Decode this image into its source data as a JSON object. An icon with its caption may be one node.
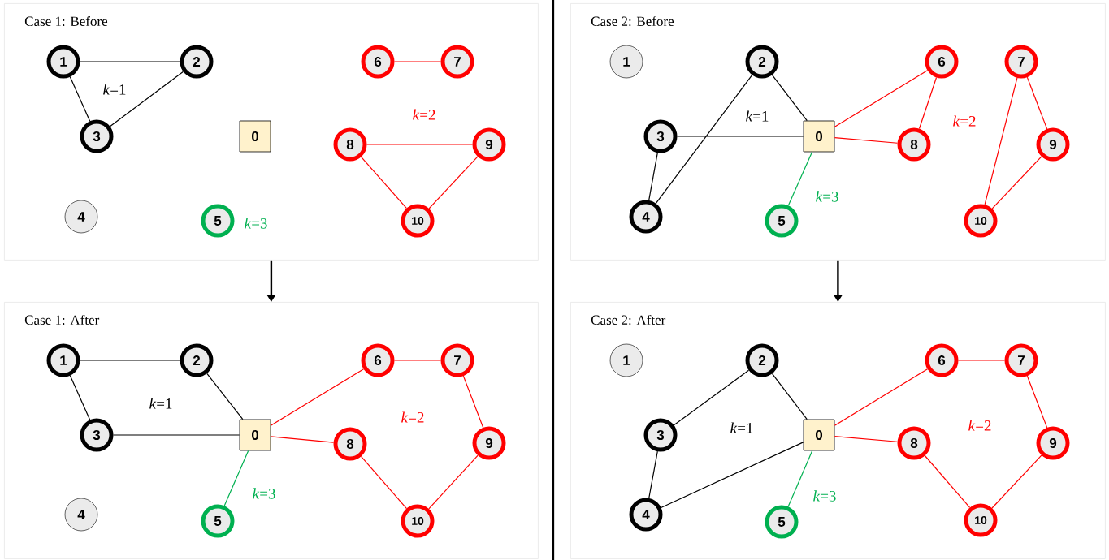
{
  "diagram": {
    "nodes": [
      {
        "text": [
          "Case 1: Before"
        ]
      },
      {
        "text": [
          "0"
        ],
        "in": 0
      },
      {
        "text": [
          "1"
        ],
        "in": 0
      },
      {
        "text": [
          "2"
        ],
        "in": 0
      },
      {
        "text": [
          "3"
        ],
        "in": 0
      },
      {
        "text": [
          "4"
        ],
        "in": 0
      },
      {
        "text": [
          "5"
        ],
        "in": 0
      },
      {
        "text": [
          "6"
        ],
        "in": 0
      },
      {
        "text": [
          "7"
        ],
        "in": 0
      },
      {
        "text": [
          "8"
        ],
        "in": 0
      },
      {
        "text": [
          "9"
        ],
        "in": 0
      },
      {
        "text": [
          "10"
        ],
        "in": 0
      },
      {
        "text": [
          "Case 2: Before"
        ]
      },
      {
        "text": [
          "0"
        ],
        "in": 12
      },
      {
        "text": [
          "1"
        ],
        "in": 12
      },
      {
        "text": [
          "2"
        ],
        "in": 12
      },
      {
        "text": [
          "3"
        ],
        "in": 12
      },
      {
        "text": [
          "4"
        ],
        "in": 12
      },
      {
        "text": [
          "5"
        ],
        "in": 12
      },
      {
        "text": [
          "6"
        ],
        "in": 12
      },
      {
        "text": [
          "7"
        ],
        "in": 12
      },
      {
        "text": [
          "8"
        ],
        "in": 12
      },
      {
        "text": [
          "9"
        ],
        "in": 12
      },
      {
        "text": [
          "10"
        ],
        "in": 12
      },
      {
        "text": [
          "Case 1: After"
        ]
      },
      {
        "text": [
          "0"
        ],
        "in": 24
      },
      {
        "text": [
          "1"
        ],
        "in": 24
      },
      {
        "text": [
          "2"
        ],
        "in": 24
      },
      {
        "text": [
          "3"
        ],
        "in": 24
      },
      {
        "text": [
          "4"
        ],
        "in": 24
      },
      {
        "text": [
          "5"
        ],
        "in": 24
      },
      {
        "text": [
          "6"
        ],
        "in": 24
      },
      {
        "text": [
          "7"
        ],
        "in": 24
      },
      {
        "text": [
          "8"
        ],
        "in": 24
      },
      {
        "text": [
          "9"
        ],
        "in": 24
      },
      {
        "text": [
          "10"
        ],
        "in": 24
      },
      {
        "text": [
          "Case 2: After"
        ]
      },
      {
        "text": [
          "0"
        ],
        "in": 36
      },
      {
        "text": [
          "1"
        ],
        "in": 36
      },
      {
        "text": [
          "2"
        ],
        "in": 36
      },
      {
        "text": [
          "3"
        ],
        "in": 36
      },
      {
        "text": [
          "4"
        ],
        "in": 36
      },
      {
        "text": [
          "5"
        ],
        "in": 36
      },
      {
        "text": [
          "6"
        ],
        "in": 36
      },
      {
        "text": [
          "7"
        ],
        "in": 36
      },
      {
        "text": [
          "8"
        ],
        "in": 36
      },
      {
        "text": [
          "9"
        ],
        "in": 36
      },
      {
        "text": [
          "10"
        ],
        "in": 36
      }
    ],
    "edges": [
      {
        "from": 2,
        "to": 3,
        "arrow": "none",
        "color": "#000000"
      },
      {
        "from": 2,
        "to": 4,
        "arrow": "none",
        "color": "#000000"
      },
      {
        "from": 4,
        "to": 3,
        "arrow": "none",
        "color": "#000000"
      },
      {
        "from": 7,
        "to": 8,
        "arrow": "none"
      },
      {
        "from": 9,
        "to": 10,
        "arrow": "none"
      },
      {
        "from": 9,
        "to": 11,
        "arrow": "none"
      },
      {
        "from": 10,
        "to": 11,
        "arrow": "none"
      },
      {
        "from": 15,
        "to": 13,
        "arrow": "none",
        "color": "#000000"
      },
      {
        "from": 15,
        "to": 17,
        "arrow": "none",
        "color": "#000000"
      },
      {
        "from": 16,
        "to": 13,
        "arrow": "none",
        "color": "#000000"
      },
      {
        "from": 16,
        "to": 17,
        "arrow": "none",
        "color": "#000000"
      },
      {
        "from": 13,
        "to": 19,
        "arrow": "none"
      },
      {
        "from": 19,
        "to": 21,
        "arrow": "none"
      },
      {
        "from": 13,
        "to": 21,
        "arrow": "none"
      },
      {
        "from": 20,
        "to": 22,
        "arrow": "none"
      },
      {
        "from": 20,
        "to": 23,
        "arrow": "none"
      },
      {
        "from": 22,
        "to": 23,
        "arrow": "none"
      },
      {
        "from": 13,
        "to": 18,
        "arrow": "none",
        "color": "#00b050"
      },
      {
        "from": 26,
        "to": 27,
        "arrow": "none",
        "color": "#000000"
      },
      {
        "from": 26,
        "to": 28,
        "arrow": "none",
        "color": "#000000"
      },
      {
        "from": 27,
        "to": 25,
        "arrow": "none",
        "color": "#000000"
      },
      {
        "from": 28,
        "to": 25,
        "arrow": "none",
        "color": "#000000"
      },
      {
        "from": 25,
        "to": 31,
        "arrow": "none"
      },
      {
        "from": 31,
        "to": 32,
        "arrow": "none"
      },
      {
        "from": 32,
        "to": 34,
        "arrow": "none"
      },
      {
        "from": 34,
        "to": 35,
        "arrow": "none"
      },
      {
        "from": 35,
        "to": 33,
        "arrow": "none"
      },
      {
        "from": 33,
        "to": 25,
        "arrow": "none"
      },
      {
        "from": 25,
        "to": 30,
        "arrow": "none",
        "color": "#00b050"
      },
      {
        "from": 39,
        "to": 40,
        "arrow": "none",
        "color": "#000000"
      },
      {
        "from": 39,
        "to": 37,
        "arrow": "none",
        "color": "#000000"
      },
      {
        "from": 40,
        "to": 41,
        "arrow": "none",
        "color": "#000000"
      },
      {
        "from": 41,
        "to": 37,
        "arrow": "none",
        "color": "#000000"
      },
      {
        "from": 37,
        "to": 43,
        "arrow": "none"
      },
      {
        "from": 43,
        "to": 44,
        "arrow": "none"
      },
      {
        "from": 44,
        "to": 46,
        "arrow": "none"
      },
      {
        "from": 46,
        "to": 47,
        "arrow": "none"
      },
      {
        "from": 47,
        "to": 45,
        "arrow": "none"
      },
      {
        "from": 45,
        "to": 37,
        "arrow": "none"
      },
      {
        "from": 37,
        "to": 42,
        "arrow": "none",
        "color": "#00b050"
      },
      {
        "from": 0,
        "to": 24,
        "arrow": "to",
        "color": "#000000"
      },
      {
        "from": 12,
        "to": 36,
        "arrow": "to",
        "color": "#000000"
      }
    ],
    "labels": [
      "*k*=1",
      "*k*=2",
      "*k*=3",
      "*k*=1",
      "*k*=2",
      "*k*=3",
      "*k*=1",
      "*k*=2",
      "*k*=3",
      "*k*=1",
      "*k*=2",
      "*k*=3"
    ]
  }
}
